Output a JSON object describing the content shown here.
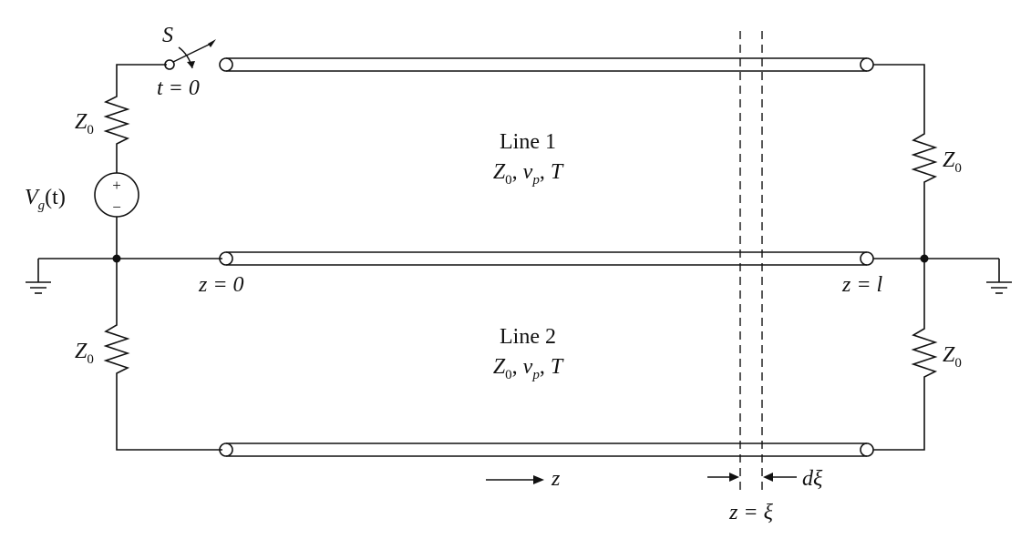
{
  "switch": {
    "name": "S",
    "time_label": "t = 0"
  },
  "source": {
    "label": "V",
    "sub": "g",
    "arg": "(t)",
    "plus": "+",
    "minus": "−"
  },
  "impedance": {
    "symbol": "Z",
    "sub": "0"
  },
  "line1": {
    "title": "Line 1",
    "param_z": "Z",
    "param_z_sub": "0",
    "param_v": "v",
    "param_v_sub": "p",
    "param_t": "T"
  },
  "line2": {
    "title": "Line 2",
    "param_z": "Z",
    "param_z_sub": "0",
    "param_v": "v",
    "param_v_sub": "p",
    "param_t": "T"
  },
  "labels": {
    "z_start": "z = 0",
    "z_end": "z = l",
    "z_axis": "z",
    "z_xi": "z = ξ",
    "d_xi": "dξ"
  }
}
